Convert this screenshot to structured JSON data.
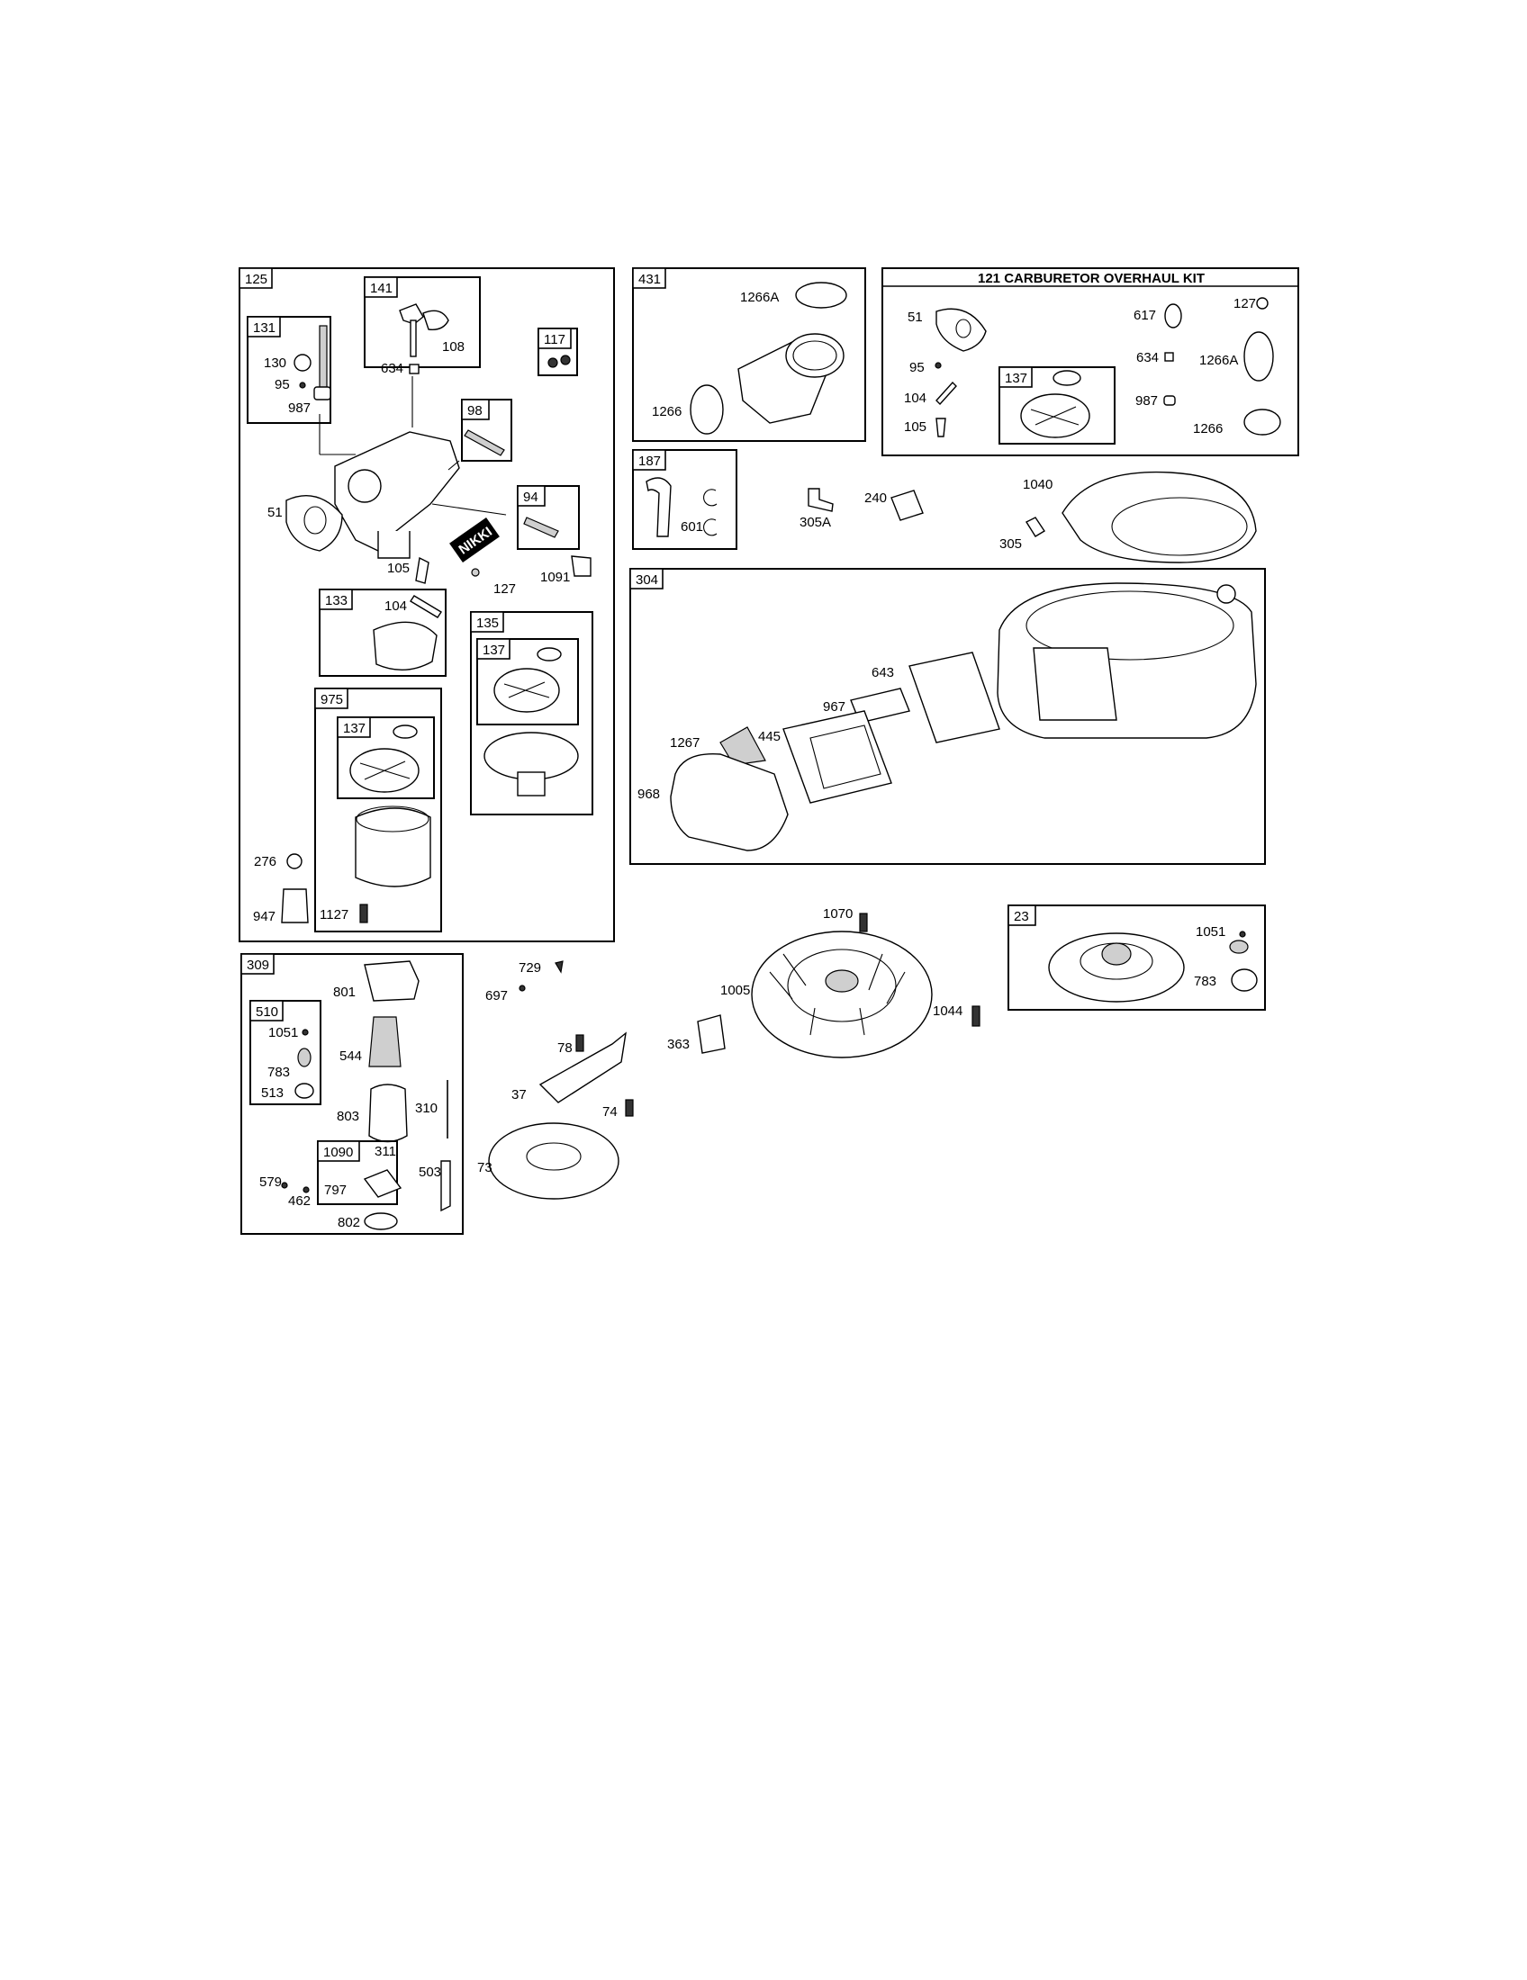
{
  "boxes": {
    "b125": "125",
    "b141": "141",
    "b131": "131",
    "b117": "117",
    "b98": "98",
    "b94": "94",
    "b133": "133",
    "b135": "135",
    "b137a": "137",
    "b975": "975",
    "b137b": "137",
    "b431": "431",
    "b121": "121 CARBURETOR OVERHAUL KIT",
    "b137c": "137",
    "b187": "187",
    "b304": "304",
    "b23": "23",
    "b309": "309",
    "b510": "510",
    "b1090": "1090"
  },
  "labels": {
    "l108": "108",
    "l634a": "634",
    "l130": "130",
    "l95a": "95",
    "l987a": "987",
    "l51a": "51",
    "l105a": "105",
    "l127a": "127",
    "l1091": "1091",
    "l104a": "104",
    "l276": "276",
    "l947": "947",
    "l1127": "1127",
    "l1266Aa": "1266A",
    "l1266a": "1266",
    "l51b": "51",
    "l95b": "95",
    "l104b": "104",
    "l105b": "105",
    "l617": "617",
    "l127b": "127",
    "l634b": "634",
    "l1266Ab": "1266A",
    "l987b": "987",
    "l1266b": "1266",
    "l601": "601",
    "l305A": "305A",
    "l240": "240",
    "l305": "305",
    "l1040": "1040",
    "l643": "643",
    "l967": "967",
    "l445": "445",
    "l1267": "1267",
    "l968": "968",
    "l1070": "1070",
    "l1005": "1005",
    "l1044": "1044",
    "l363": "363",
    "l1051b": "1051",
    "l783b": "783",
    "l729": "729",
    "l697": "697",
    "l78": "78",
    "l37": "37",
    "l74": "74",
    "l73": "73",
    "l801": "801",
    "l1051a": "1051",
    "l544": "544",
    "l783a": "783",
    "l513": "513",
    "l803": "803",
    "l310": "310",
    "l311": "311",
    "l797": "797",
    "l579": "579",
    "l462": "462",
    "l503": "503",
    "l802": "802"
  },
  "stamp": "NIKKI"
}
